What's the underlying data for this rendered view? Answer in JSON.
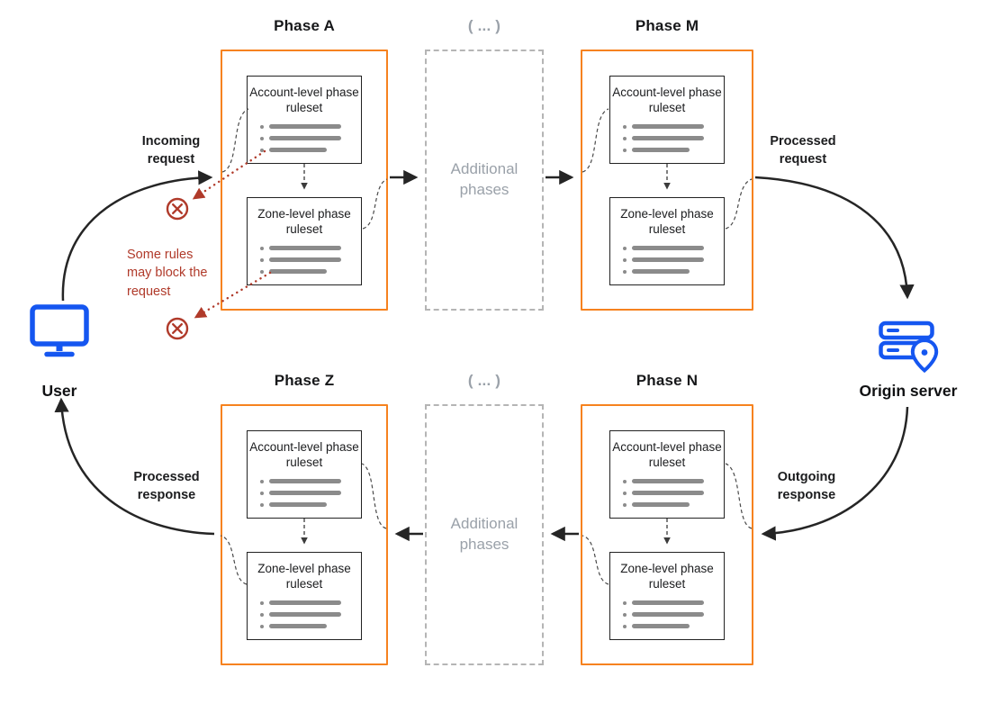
{
  "colors": {
    "phase_border_orange": "#F6821F",
    "entity_blue": "#1556F0",
    "warning_red": "#B03A2A",
    "arrow_black": "#252525",
    "muted_gray": "#9AA1A9"
  },
  "phases": {
    "top_left": "Phase A",
    "top_right": "Phase M",
    "bottom_left": "Phase Z",
    "bottom_right": "Phase N"
  },
  "labels": {
    "ellipsis": "( ... )",
    "additional_phases": "Additional phases",
    "account_ruleset": "Account-level phase ruleset",
    "zone_ruleset": "Zone-level phase ruleset",
    "incoming_request": "Incoming request",
    "processed_request": "Processed request",
    "outgoing_response": "Outgoing response",
    "processed_response": "Processed response",
    "block_note": "Some rules may block the request"
  },
  "entities": {
    "user": "User",
    "origin_server": "Origin server"
  }
}
